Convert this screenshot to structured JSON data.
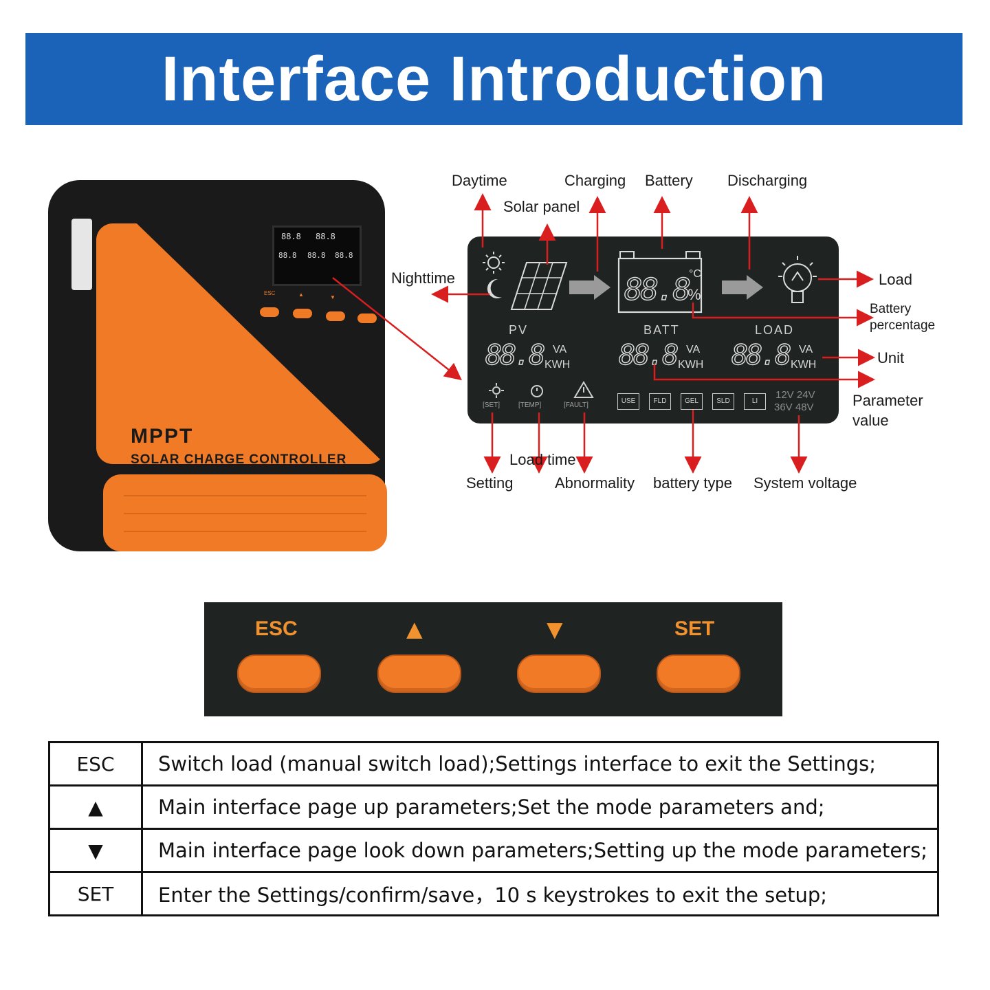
{
  "banner": {
    "title": "Interface Introduction"
  },
  "device": {
    "brand": "MPPT",
    "subtitle": "SOLAR CHARGE CONTROLLER",
    "mini_keys": [
      "ESC",
      "▲",
      "▼",
      ""
    ]
  },
  "lcd": {
    "row_labels": {
      "pv": "PV",
      "batt": "BATT",
      "load": "LOAD"
    },
    "top_digits": "88.8",
    "top_units": {
      "celsius": "°C",
      "percent": "%"
    },
    "pv_digits": "88.8",
    "batt_digits": "88.8",
    "load_digits": "88.8",
    "unit_va": "VA",
    "unit_kwh": "KWH",
    "indicators": {
      "set": "[SET]",
      "temp": "[TEMP]",
      "fault": "[FAULT]"
    },
    "battery_types": [
      "USE",
      "FLD",
      "GEL",
      "SLD",
      "LI"
    ],
    "voltages": {
      "line1": "12V 24V",
      "line2": "36V 48V"
    }
  },
  "callouts": {
    "daytime": "Daytime",
    "solar_panel": "Solar panel",
    "charging": "Charging",
    "battery": "Battery",
    "discharging": "Discharging",
    "nighttime": "Nighttime",
    "load": "Load",
    "battery_percentage": "Battery percentage",
    "unit": "Unit",
    "parameter_value": "Parameter value",
    "load_time": "Load time",
    "setting": "Setting",
    "abnormality": "Abnormality",
    "battery_type": "battery type",
    "system_voltage": "System voltage"
  },
  "keypad": {
    "buttons": [
      {
        "label": "ESC"
      },
      {
        "label": "▲"
      },
      {
        "label": "▼"
      },
      {
        "label": "SET"
      }
    ]
  },
  "table": {
    "rows": [
      {
        "key": "ESC",
        "desc": "Switch load (manual switch load);Settings interface to exit the Settings;"
      },
      {
        "key": "▲",
        "desc": "Main interface page up parameters;Set the mode parameters and;"
      },
      {
        "key": "▼",
        "desc": "Main interface page look down parameters;Setting up the mode parameters;"
      },
      {
        "key": "SET",
        "desc": "Enter the Settings/confirm/save，10 s keystrokes to exit the setup;"
      }
    ]
  },
  "colors": {
    "banner": "#1b63b8",
    "accent": "#f07a26",
    "arrow": "#d81e1e",
    "lcd_bg": "#1f2422"
  }
}
